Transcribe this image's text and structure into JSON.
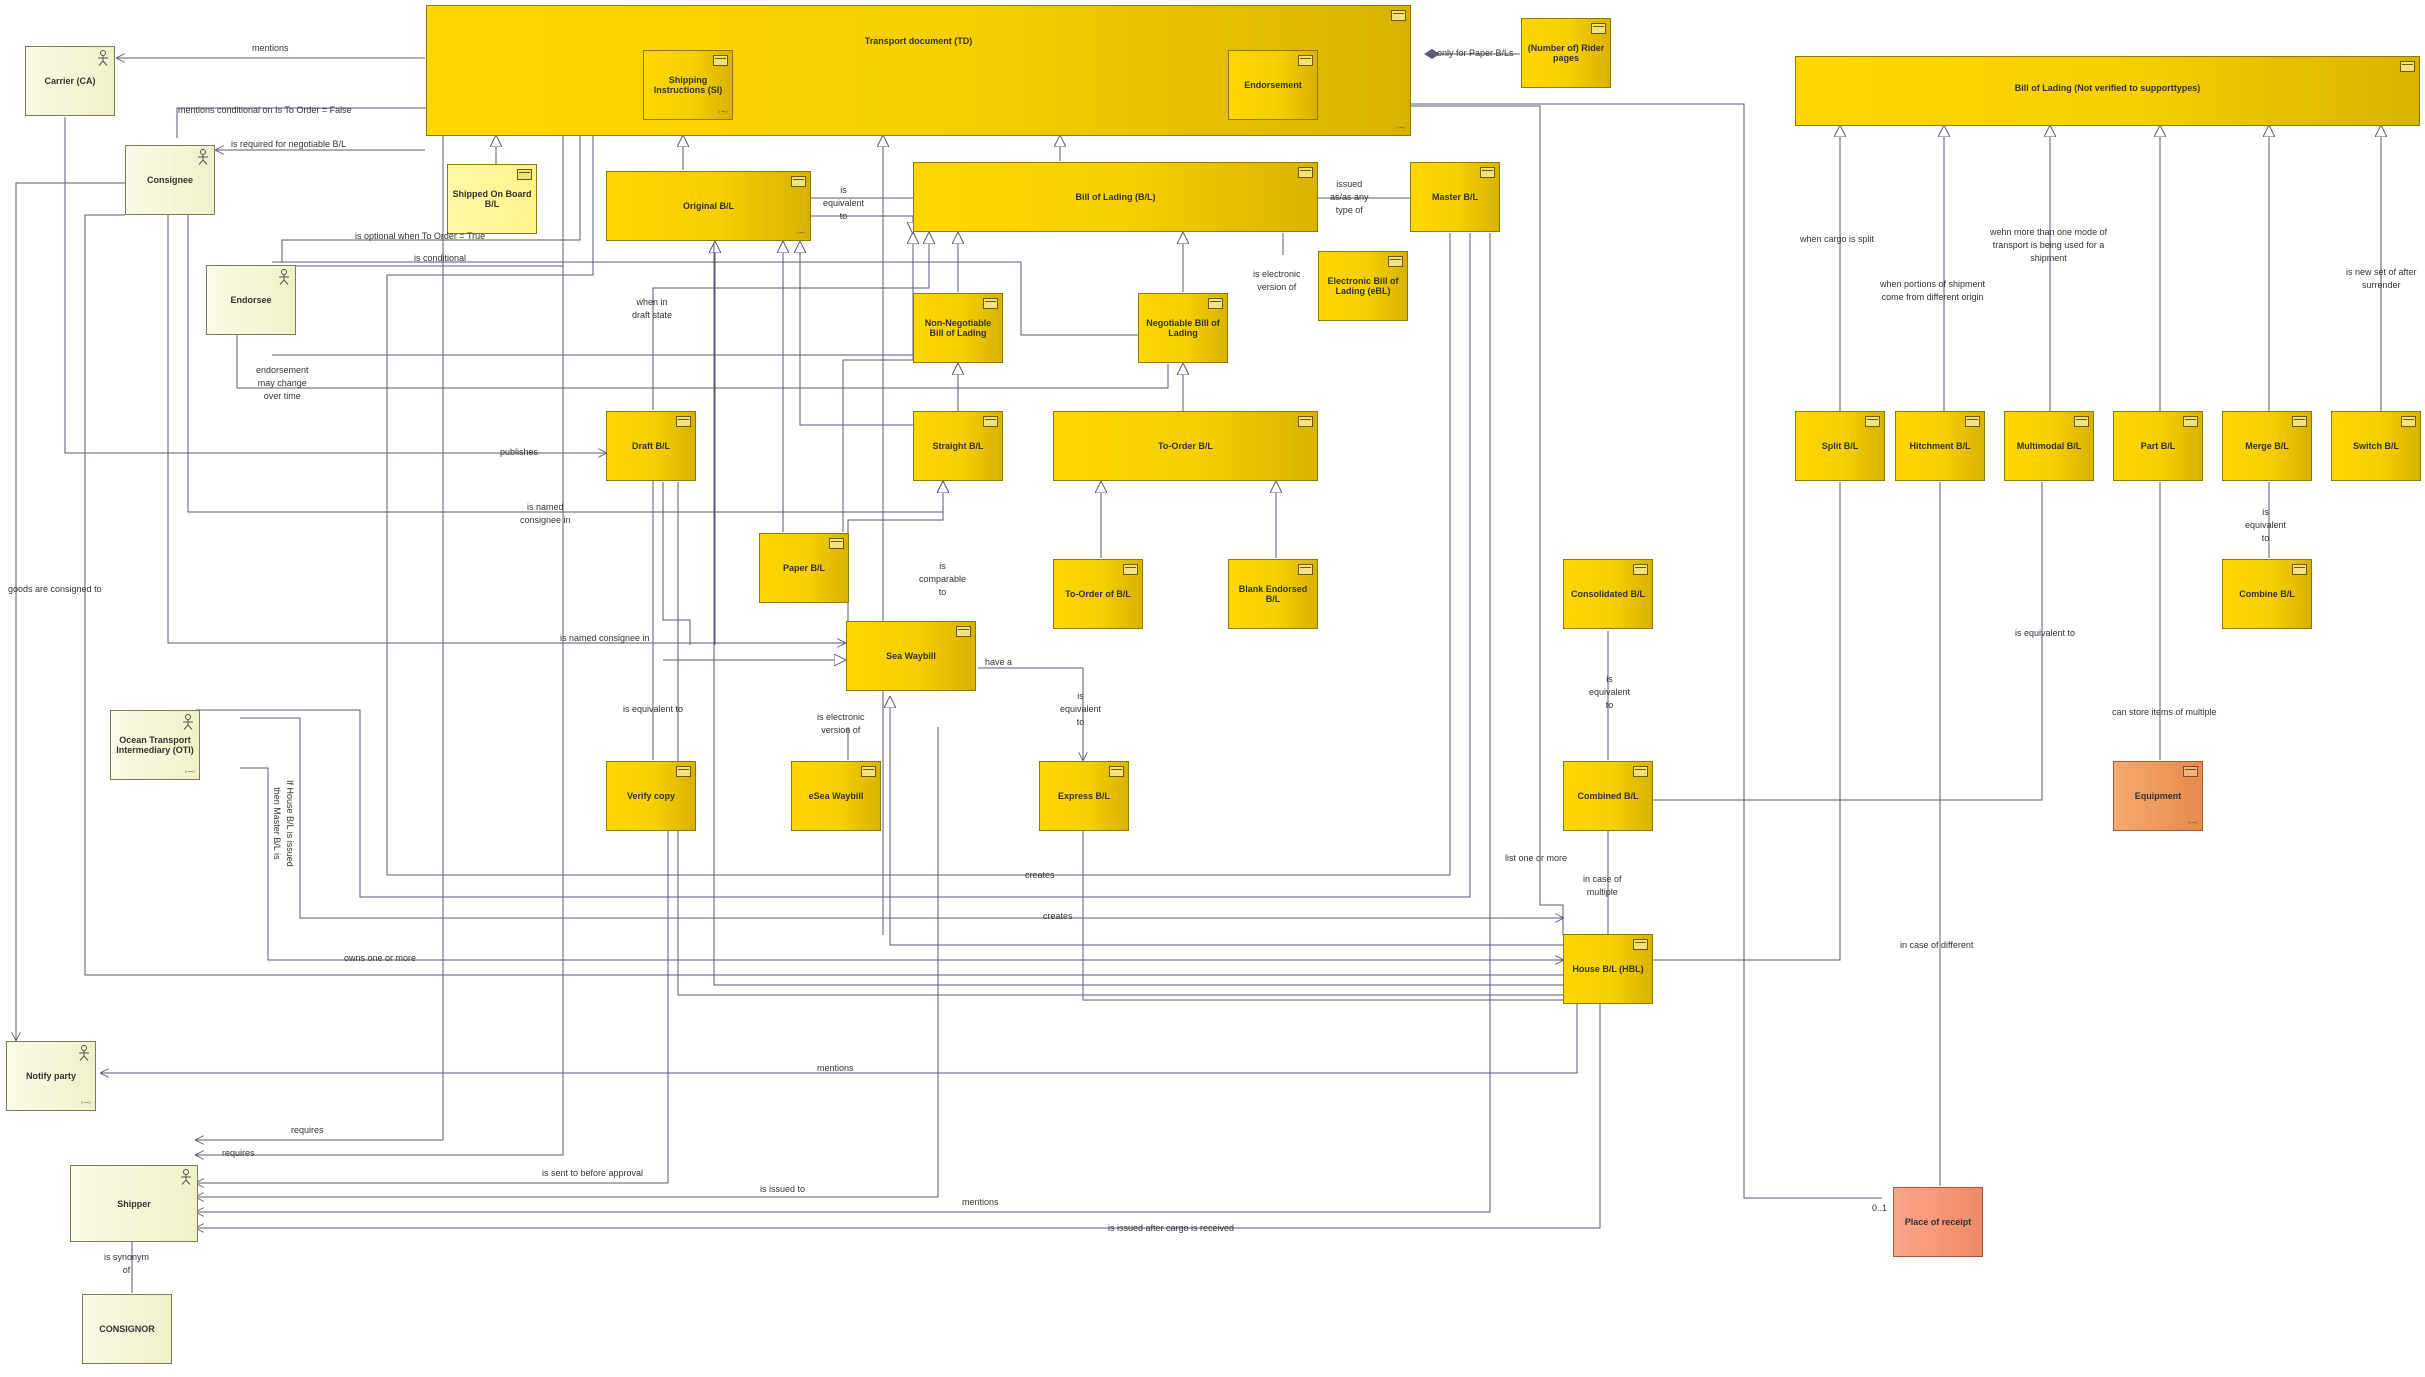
{
  "colors": {
    "artifact": "#ffd700",
    "actor": "#f7f7d8",
    "equipment": "#e88f52",
    "place": "#f39072",
    "line": "#5a5a7a"
  },
  "nodes": {
    "transport_document": "Transport document (TD)",
    "shipping_instructions": "Shipping Instructions (SI)",
    "endorsement": "Endorsement",
    "rider_pages": "(Number of) Rider pages",
    "carrier": "Carrier (CA)",
    "consignee": "Consignee",
    "endorsee": "Endorsee",
    "shipped_on_board": "Shipped On Board B/L",
    "original_bl": "Original B/L",
    "bill_of_lading": "Bill of Lading (B/L)",
    "master_bl": "Master B/L",
    "electronic_bl": "Electronic Bill of Lading (eBL)",
    "non_negotiable_bl": "Non-Negotiable Bill of Lading",
    "negotiable_bl": "Negotiable Bill of Lading",
    "draft_bl": "Draft B/L",
    "straight_bl": "Straight B/L",
    "to_order_bl": "To-Order B/L",
    "paper_bl": "Paper B/L",
    "to_order_of_bl": "To-Order of B/L",
    "blank_endorsed_bl": "Blank Endorsed B/L",
    "sea_waybill": "Sea Waybill",
    "ocean_transport_intermediary": "Ocean Transport Intermediary (OTI)",
    "verify_copy": "Verify copy",
    "esea_waybill": "eSea Waybill",
    "express_bl": "Express B/L",
    "consolidated_bl": "Consolidated B/L",
    "combined_bl": "Combined B/L",
    "house_bl": "House B/L (HBL)",
    "notify_party": "Notify party",
    "shipper": "Shipper",
    "consignor": "CONSIGNOR",
    "bl_not_verified": "Bill of Lading (Not verified to supporttypes)",
    "split_bl": "Split B/L",
    "hitchment_bl": "Hitchment B/L",
    "multimodal_bl": "Multimodal B/L",
    "part_bl": "Part B/L",
    "merge_bl": "Merge B/L",
    "switch_bl": "Switch B/L",
    "combine_bl": "Combine B/L",
    "equipment": "Equipment",
    "place_of_receipt": "Place of receipt"
  },
  "labels": {
    "mentions_top": "mentions",
    "only_for_paper": "only for Paper B/Ls",
    "mentions_conditional": "mentions conditional on Is To Order = False",
    "required_negotiable": "is required for negotiable B/L",
    "optional_to_order": "is optional when To Order = True",
    "is_conditional": "is conditional",
    "is_equivalent_to_bl": "is\nequivalent\nto",
    "issued_as_any": "issued\nas/as any\ntype of",
    "is_electronic_version_of_bl": "is electronic\nversion of",
    "when_in_draft": "when in\ndraft state",
    "endorsement_may_change": "endorsement\nmay change\nover time",
    "publishes": "publishes",
    "is_named_consignee_in_1": "is named\nconsignee in",
    "goods_consigned": "goods are consigned to",
    "is_comparable_to": "is\ncomparable\nto",
    "is_named_consignee_in_2": "is named consignee in",
    "have_a": "have a",
    "is_equivalent_express": "is\nequivalent\nto",
    "is_equivalent_verify": "is equivalent to",
    "is_electronic_version_esea": "is electronic\nversion of",
    "if_house_issued": "If House B/L is issued\nthen Master B/L is",
    "creates_1": "creates",
    "creates_2": "creates",
    "owns_one_or_more": "owns one or more",
    "mentions_notify": "mentions",
    "requires_1": "requires",
    "requires_2": "requires",
    "sent_before_approval": "is sent to before approval",
    "is_issued_to": "is issued to",
    "mentions_shipper": "mentions",
    "issued_after_cargo": "is issued after cargo is received",
    "is_synonym_of": "is synonym\nof",
    "is_equivalent_combined": "is\nequivalent\nto",
    "list_one_or_more": "list one or more",
    "in_case_of_multiple": "in case of\nmultiple",
    "when_cargo_split": "when cargo is split",
    "portions_origin": "when portions of shipment\ncome from different origin",
    "more_than_one_mode": "wehn more than one mode of\ntransport is being used for a\nshipment",
    "new_set_after_surrender": "is new set of after\nsurrender",
    "is_equivalent_combine": "is\nequivalent\nto",
    "is_equivalent_multimodal": "is equivalent to",
    "can_store_items": "can store items of multiple",
    "in_case_of_different": "in case of different",
    "multiplicity": "0..1"
  }
}
